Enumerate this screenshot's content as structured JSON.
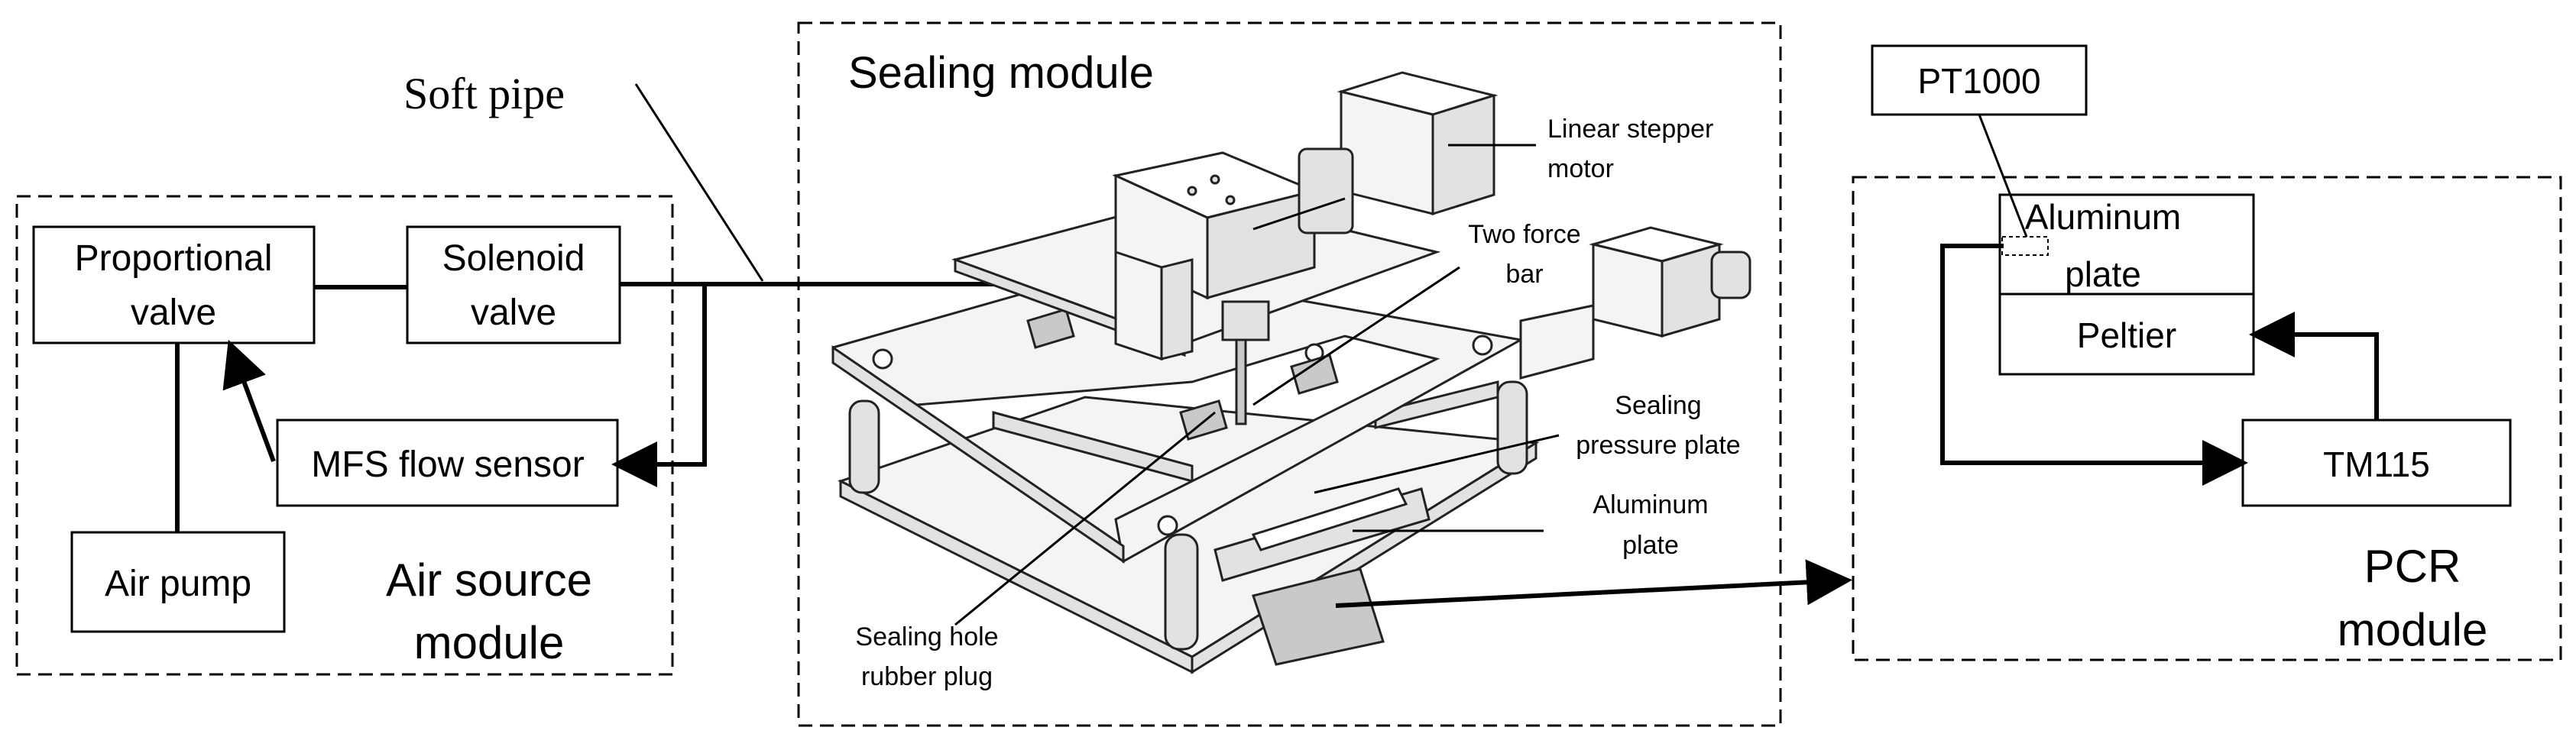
{
  "air_source": {
    "proportional_valve": [
      "Proportional",
      "valve"
    ],
    "solenoid_valve": [
      "Solenoid",
      "valve"
    ],
    "mfs_flow_sensor": "MFS flow sensor",
    "air_pump": "Air pump",
    "module_label": [
      "Air source",
      "module"
    ]
  },
  "soft_pipe_label": "Soft pipe",
  "sealing": {
    "module_label": "Sealing module",
    "linear_stepper_motor": [
      "Linear stepper",
      "motor"
    ],
    "two_force_bar": [
      "Two force",
      "bar"
    ],
    "sealing_pressure_plate": [
      "Sealing",
      "pressure plate"
    ],
    "aluminum_plate": [
      "Aluminum",
      "plate"
    ],
    "sealing_hole_rubber_plug": [
      "Sealing hole",
      "rubber plug"
    ]
  },
  "pcr": {
    "pt1000": "PT1000",
    "aluminum_plate": [
      "Aluminum",
      "plate"
    ],
    "peltier": "Peltier",
    "tm115": "TM115",
    "module_label": [
      "PCR",
      "module"
    ]
  }
}
